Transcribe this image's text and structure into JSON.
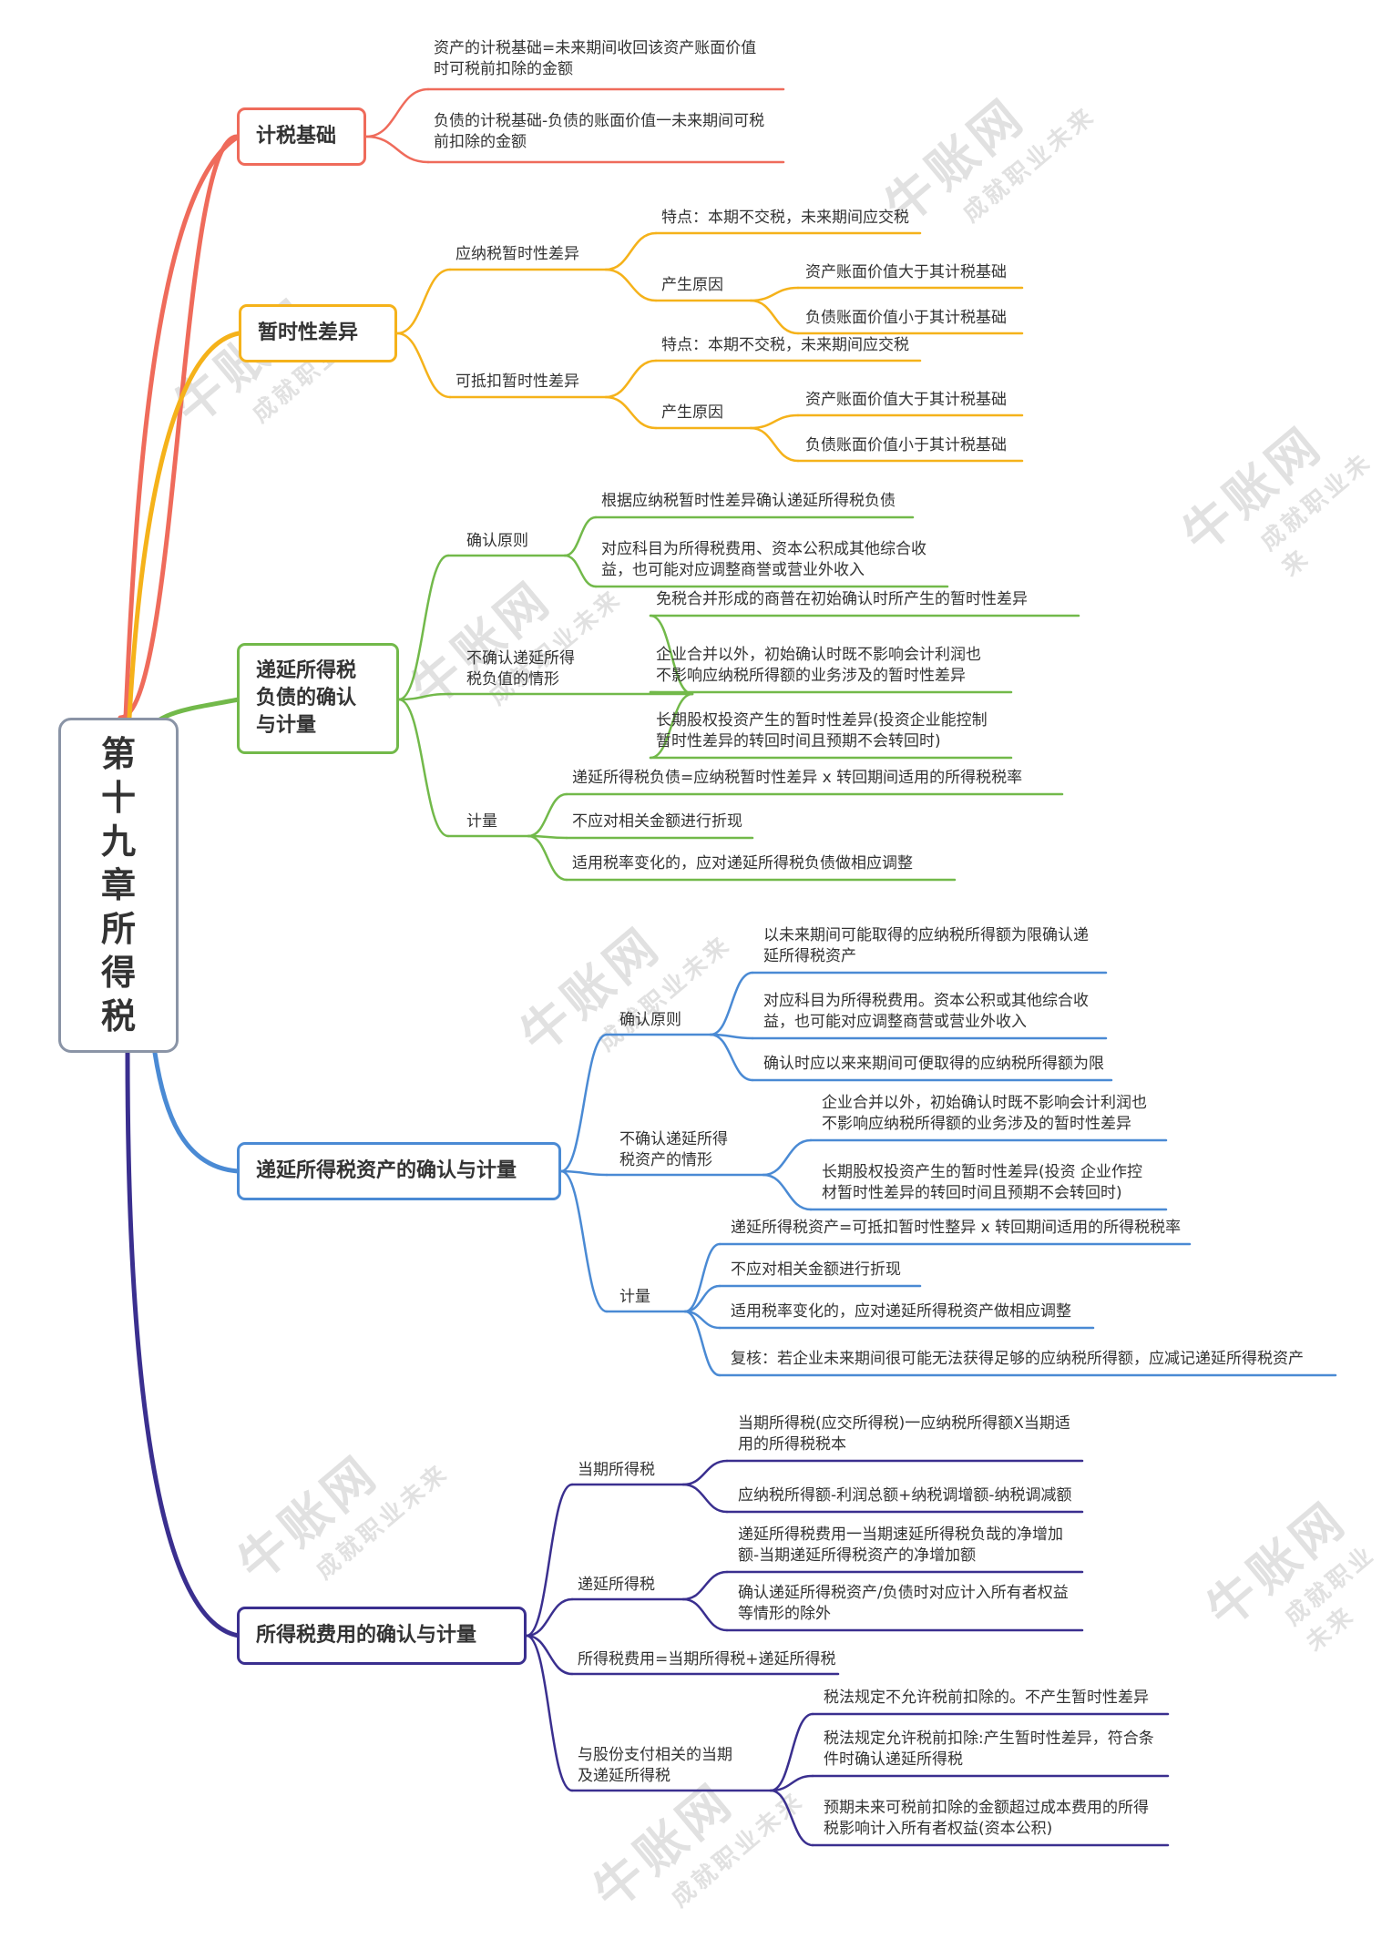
{
  "root": {
    "title": "第十九章所得税"
  },
  "branches": [
    {
      "title": "计税基础",
      "color": "#ef6b5b",
      "items": [
        "资产的计税基础=未来期间收回该资产账面价值\n时可税前扣除的金额",
        "负债的计税基础-负债的账面价值一未来期间可税\n前扣除的金额"
      ]
    },
    {
      "title": "暂时性差异",
      "color": "#f5b21a",
      "groups": [
        {
          "label": "应纳税暂时性差异",
          "feature": "特点：本期不交税，未来期间应交税",
          "cause_label": "产生原因",
          "causes": [
            "资产账面价值大于其计税基础",
            "负债账面价值小于其计税基础"
          ]
        },
        {
          "label": "可抵扣暂时性差异",
          "feature": "特点：本期不交税，未来期间应交税",
          "cause_label": "产生原因",
          "causes": [
            "资产账面价值大于其计税基础",
            "负债账面价值小于其计税基础"
          ]
        }
      ]
    },
    {
      "title": "递延所得税\n负债的确认\n与计量",
      "color": "#72b94a",
      "groups": [
        {
          "label": "确认原则",
          "items": [
            "根据应纳税暂时性差异确认递延所得税负债",
            "对应科目为所得税费用、资本公积成其他综合收\n益，也可能对应调整商誉或营业外收入"
          ]
        },
        {
          "label": "不确认递延所得\n税负值的情形",
          "items": [
            "免税合并形成的商普在初始确认时所产生的暂时性差异",
            "企业合并以外，初始确认时既不影响会计利润也\n不影响应纳税所得额的业务涉及的暂时性差异",
            "长期股权投资产生的暂时性差异(投资企业能控制\n暂时性差异的转回时间且预期不会转回时)"
          ]
        },
        {
          "label": "计量",
          "items": [
            "递延所得税负债=应纳税暂时性差异 x 转回期间适用的所得税税率",
            "不应对相关金额进行折现",
            "适用税率变化的，应对递延所得税负债做相应调整"
          ]
        }
      ]
    },
    {
      "title": "递延所得税资产的确认与计量",
      "color": "#4a8ad4",
      "groups": [
        {
          "label": "确认原则",
          "items": [
            "以未来期间可能取得的应纳税所得额为限确认递\n延所得税资产",
            "对应科目为所得税费用。资本公积或其他综合收\n益，也可能对应调整商营或营业外收入",
            "确认时应以来来期间可便取得的应纳税所得额为限"
          ]
        },
        {
          "label": "不确认递延所得\n税资产的情形",
          "items": [
            "企业合并以外，初始确认时既不影响会计利润也\n不影响应纳税所得额的业务涉及的暂时性差异",
            "长期股权投资产生的暂时性差异(投资 企业作控\n材暂时性差异的转回时间且预期不会转回时)"
          ]
        },
        {
          "label": "计量",
          "items": [
            "递延所得税资产=可抵扣暂时性整异 x 转回期间适用的所得税税率",
            "不应对相关金额进行折现",
            "适用税率变化的，应对递延所得税资产做相应调整",
            "复核：若企业未来期间很可能无法获得足够的应纳税所得额，应减记递延所得税资产"
          ]
        }
      ]
    },
    {
      "title": "所得税费用的确认与计量",
      "color": "#3a2f8f",
      "groups": [
        {
          "label": "当期所得税",
          "items": [
            "当期所得税(应交所得税)一应纳税所得额X当期适\n用的所得税税本",
            "应纳税所得额-利润总额+纳税调增额-纳税调减额"
          ]
        },
        {
          "label": "递延所得税",
          "items": [
            "递延所得税费用一当期速延所得税负哉的净增加\n额-当期递延所得税资产的净增加额",
            "确认递延所得税资产/负债时对应计入所有者权益\n等情形的除外"
          ]
        },
        {
          "label": "所得税费用=当期所得税+递延所得税",
          "items": []
        },
        {
          "label": "与股份支付相关的当期\n及递延所得税",
          "items": [
            "税法规定不允许税前扣除的。不产生暂时性差异",
            "税法规定允许税前扣除:产生暂时性差异，符合条\n件时确认递延所得税",
            "预期未来可税前扣除的金额超过成本费用的所得\n税影响计入所有者权益(资本公积)"
          ]
        }
      ]
    }
  ],
  "watermark": {
    "brand": "牛账网",
    "slogan": "成就职业未来"
  }
}
